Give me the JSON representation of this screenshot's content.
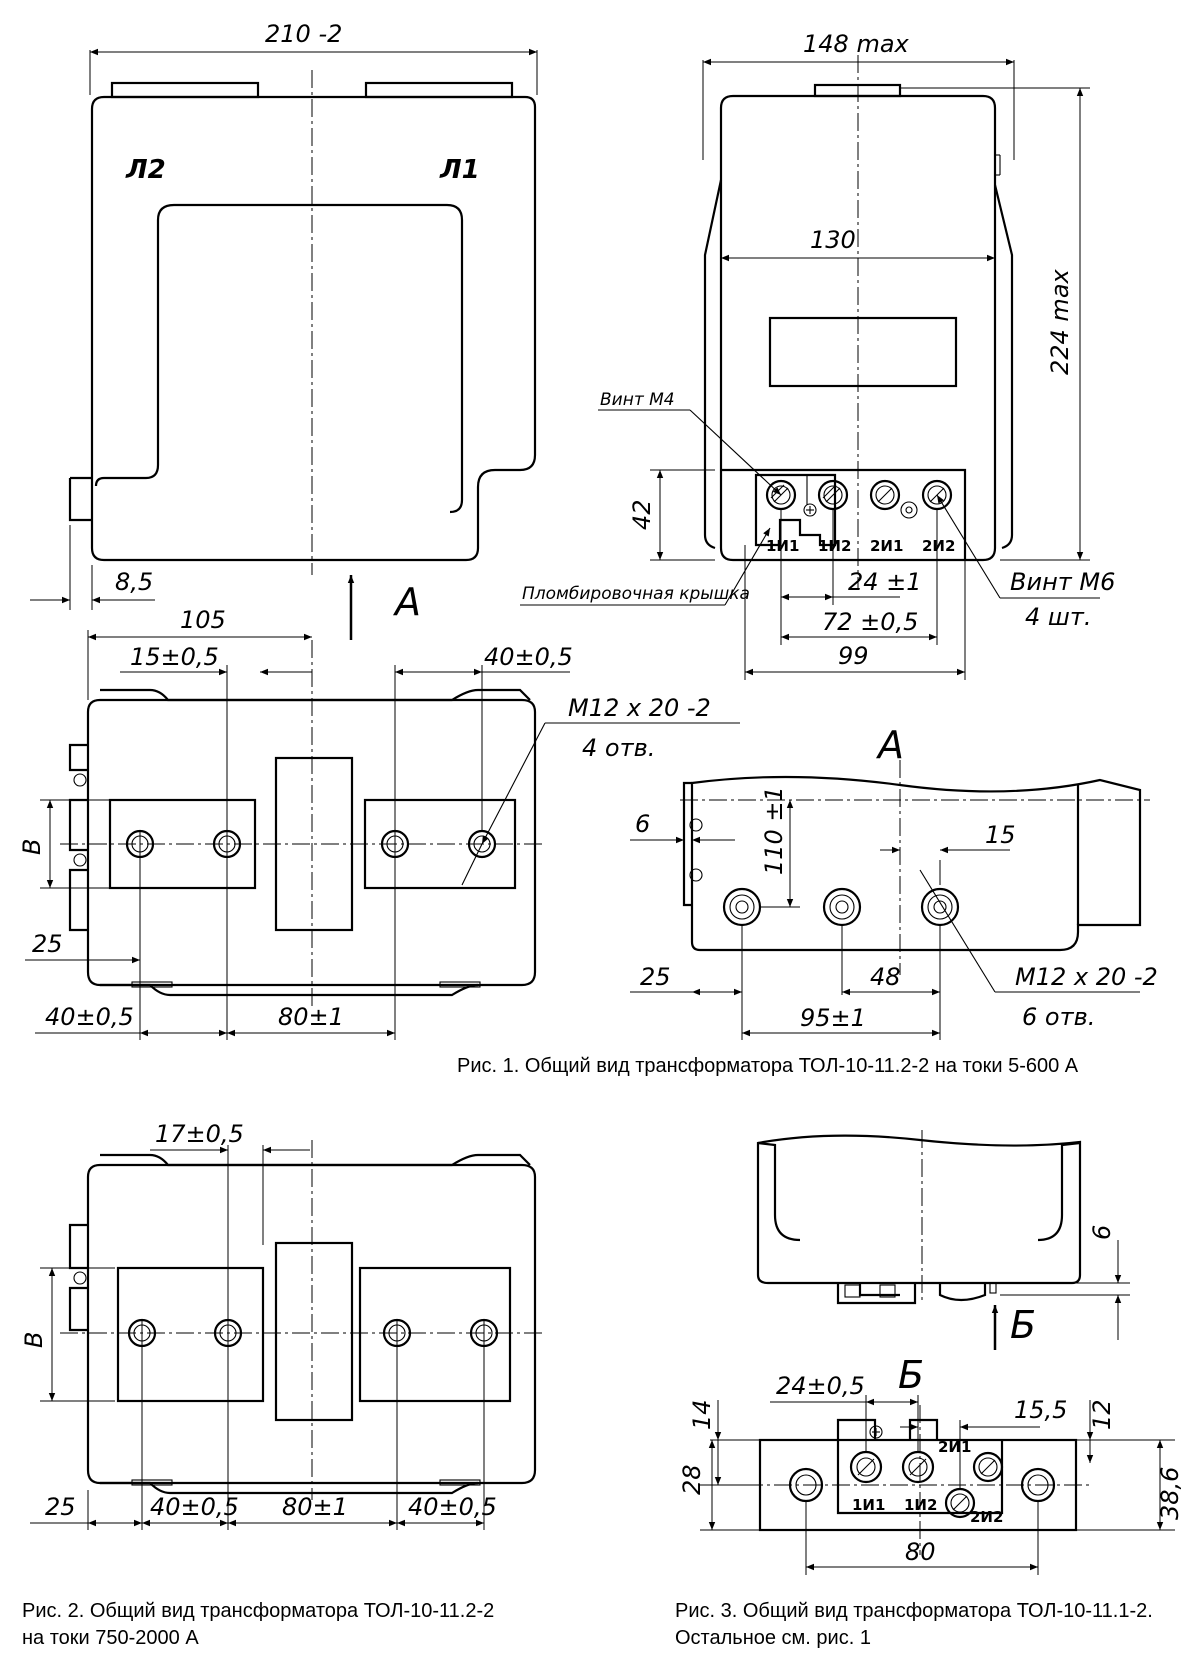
{
  "figure1": {
    "front": {
      "width_dim": "210 -2",
      "label_left": "Л2",
      "label_right": "Л1",
      "offset_dim": "8,5",
      "view_arrow": "А"
    },
    "side": {
      "width_dim": "148 max",
      "inner_dim": "130",
      "height_dim": "224 max",
      "block_dim": "42",
      "screw_m4": "Винт М4",
      "seal_cover": "Пломбировочная крышка",
      "screw_m6": "Винт М6",
      "screw_m6_qty": "4 шт.",
      "dim_24": "24 ±1",
      "dim_72": "72 ±0,5",
      "dim_99": "99",
      "terminals": [
        "1И1",
        "1И2",
        "2И1",
        "2И2"
      ]
    },
    "top": {
      "dim_105": "105",
      "dim_15": "15±0,5",
      "dim_40_top": "40±0,5",
      "hole_spec": "М12 х 20 -2",
      "hole_count": "4 отв.",
      "dim_b": "В",
      "dim_25": "25",
      "dim_40_bottom": "40±0,5",
      "dim_80": "80±1"
    },
    "view_a": {
      "title": "А",
      "dim_6": "6",
      "dim_110": "110 ±1",
      "dim_15": "15",
      "dim_25": "25",
      "dim_48": "48",
      "dim_95": "95±1",
      "hole_spec": "М12 х 20 -2",
      "hole_count": "6 отв."
    },
    "caption": "Рис. 1. Общий вид трансформатора ТОЛ-10-11.2-2 на токи 5-600 А"
  },
  "figure2": {
    "dim_17": "17±0,5",
    "dim_b": "В",
    "dim_25": "25",
    "dim_40_left": "40±0,5",
    "dim_80": "80±1",
    "dim_40_right": "40±0,5",
    "caption_line1": "Рис. 2. Общий вид трансформатора ТОЛ-10-11.2-2",
    "caption_line2": "на токи 750-2000 А"
  },
  "figure3": {
    "dim_6": "6",
    "view_arrow": "Б",
    "view_title": "Б",
    "dim_24": "24±0,5",
    "dim_15_5": "15,5",
    "dim_14": "14",
    "dim_12": "12",
    "dim_28": "28",
    "dim_38_6": "38,6",
    "dim_80": "80",
    "terminals": [
      "1И1",
      "1И2",
      "2И1",
      "2И2"
    ],
    "caption_line1": "Рис. 3. Общий вид трансформатора ТОЛ-10-11.1-2.",
    "caption_line2": "Остальное см. рис. 1"
  }
}
